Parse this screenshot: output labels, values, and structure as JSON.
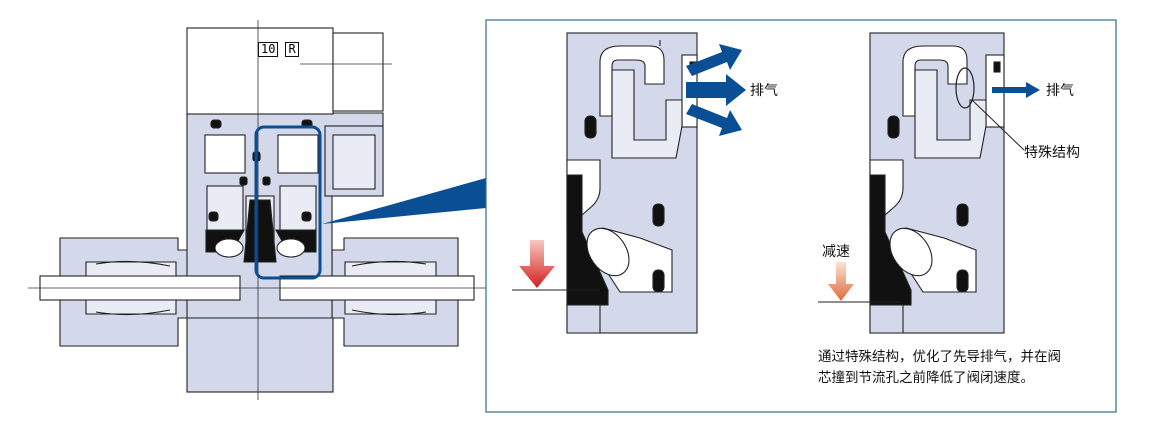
{
  "diagram": {
    "body_label": [
      "10",
      "R"
    ],
    "labels": {
      "exhaust_left": "排气",
      "exhaust_right": "排气",
      "special_structure": "特殊结构",
      "deceleration": "减速"
    },
    "caption": [
      "通过特殊结构，优化了先导排气，并在阀",
      "芯撞到节流孔之前降低了阀闭速度。"
    ]
  },
  "colors": {
    "body_fill": "#d3d8ea",
    "seal_black": "#111111",
    "arrow_blue": "#0a4e94",
    "arrow_red": "#d41f1f",
    "frame_border": "#2e6f8c"
  }
}
